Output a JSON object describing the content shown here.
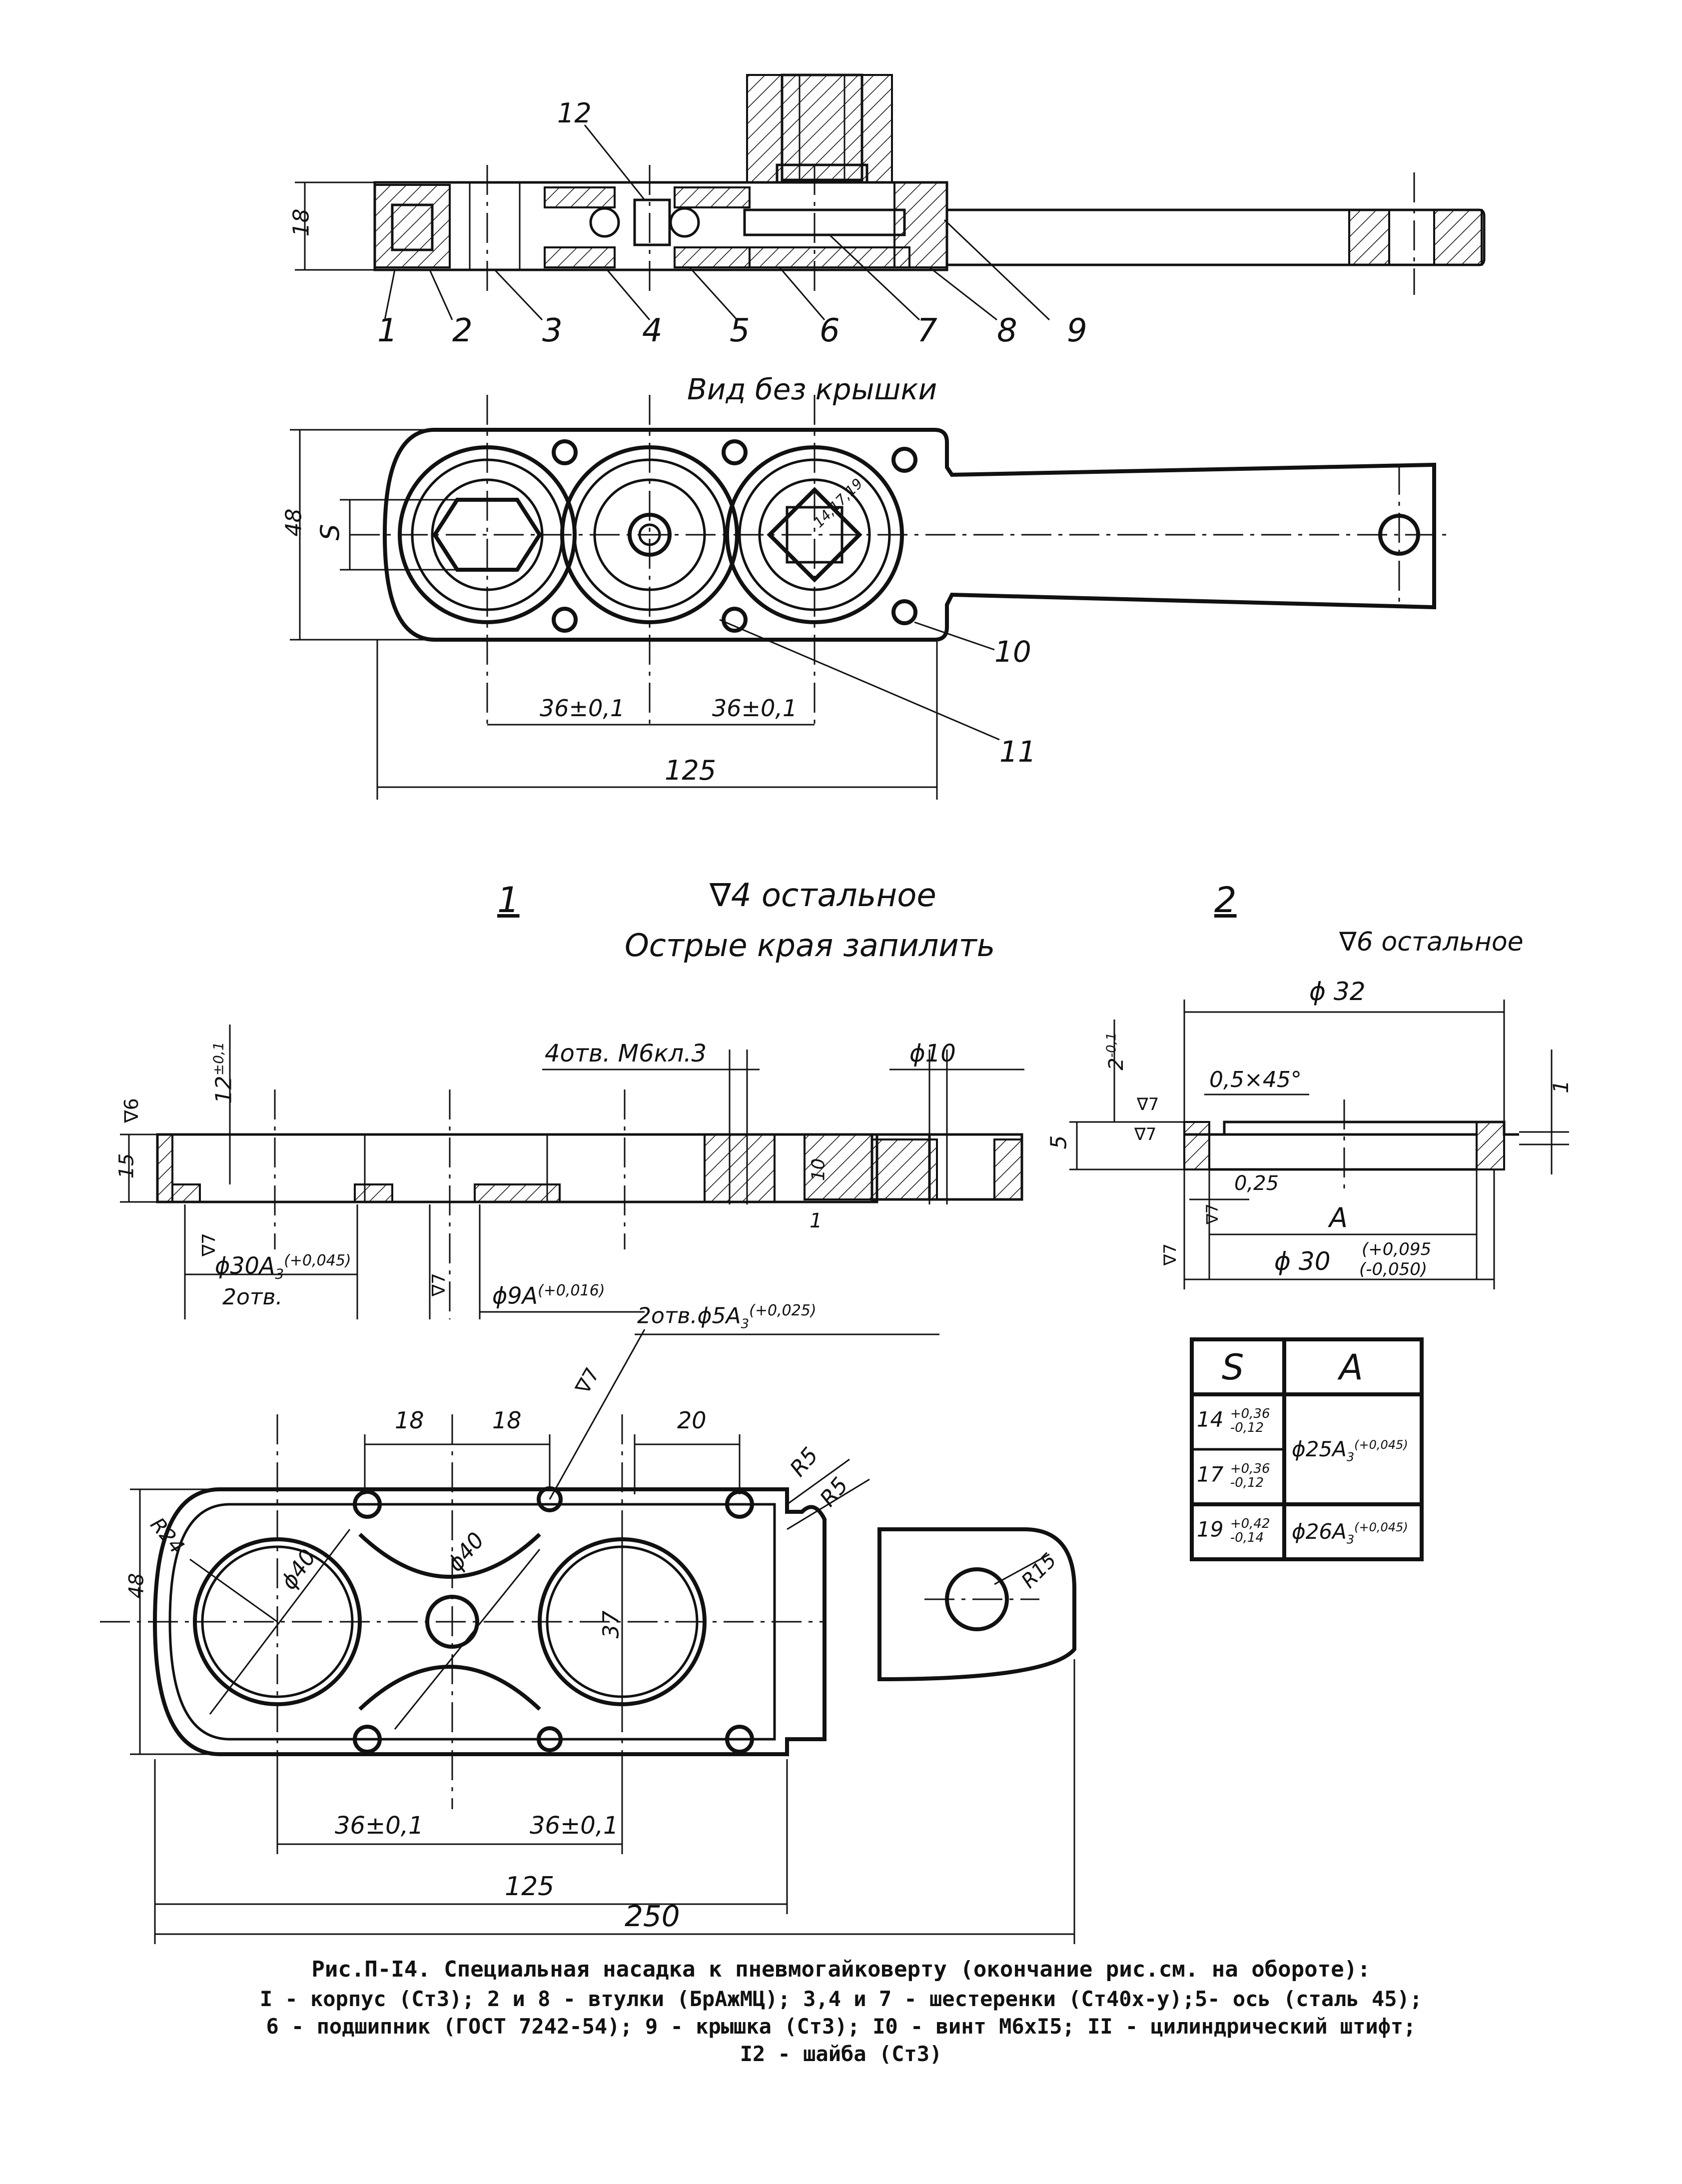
{
  "top_view": {
    "part_numbers": [
      "1",
      "2",
      "3",
      "4",
      "5",
      "6",
      "7",
      "8",
      "9"
    ],
    "label_12": "12",
    "dim_height": "18"
  },
  "plan_view": {
    "title": "Вид без крышки",
    "dim_height": "48",
    "dim_s": "S",
    "dim_spacing_1": "36±0,1",
    "dim_spacing_2": "36±0,1",
    "dim_length": "125",
    "label_10": "10",
    "label_11": "11",
    "hex_label": "14,17,19"
  },
  "part1": {
    "number": "1",
    "roughness": "∇4 остальное",
    "note": "Острые края запилить",
    "dim_depth": "12",
    "dim_depth_tol": "±0,1",
    "dim_thickness": "15",
    "roughness_left": "∇6",
    "holes_m6": "4отв. М6кл.3",
    "dim_d10": "ϕ10",
    "dim_10": "10",
    "dim_1": "1",
    "bore_30": "ϕ30A",
    "bore_30_sub": "3",
    "bore_30_tol": "(+0,045)",
    "bore_30_count": "2отв.",
    "bore_9": "ϕ9A",
    "bore_9_tol": "(+0,016)",
    "pins": "2отв.ϕ5A",
    "pins_sub": "3",
    "pins_tol": "(+0,025)",
    "roughness_7a": "∇7",
    "roughness_7b": "∇7",
    "roughness_7c": "∇7",
    "dim_18a": "18",
    "dim_18b": "18",
    "dim_20": "20",
    "dim_r5a": "R5",
    "dim_r5b": "R5",
    "dim_r24": "R24",
    "dim_d40a": "ϕ40",
    "dim_d40b": "ϕ40",
    "dim_37": "37",
    "dim_48": "48",
    "dim_r15": "R15",
    "dim_36a": "36±0,1",
    "dim_36b": "36±0,1",
    "dim_125": "125",
    "dim_250": "250"
  },
  "part2": {
    "number": "2",
    "roughness": "∇6 остальное",
    "dim_d32": "ϕ 32",
    "dim_chamfer": "0,5×45°",
    "dim_2": "2",
    "dim_2_tol": "-0,1",
    "dim_5": "5",
    "dim_1": "1",
    "dim_025": "0,25",
    "dim_a": "A",
    "dim_d30": "ϕ 30",
    "dim_d30_tol_hi": "(+0,095",
    "dim_d30_tol_lo": "(-0,050)",
    "roughness_7a": "∇7",
    "roughness_7b": "∇7",
    "roughness_7c": "∇7",
    "roughness_7d": "∇7"
  },
  "table": {
    "headers": [
      "S",
      "A"
    ],
    "rows": [
      {
        "s": "14",
        "s_tol_hi": "+0,36",
        "s_tol_lo": "-0,12",
        "a": "ϕ25A",
        "a_sub": "3",
        "a_tol": "(+0,045)"
      },
      {
        "s": "17",
        "s_tol_hi": "+0,36",
        "s_tol_lo": "-0,12",
        "a": "",
        "a_sub": "",
        "a_tol": ""
      },
      {
        "s": "19",
        "s_tol_hi": "+0,42",
        "s_tol_lo": "-0,14",
        "a": "ϕ26A",
        "a_sub": "3",
        "a_tol": "(+0,045)"
      }
    ]
  },
  "caption": {
    "line1": "Рис.П-I4. Специальная насадка к пневмогайковерту (окончание рис.см. на обороте):",
    "line2": "I - корпус (Ст3); 2 и 8 - втулки (БрАжМЦ); 3,4 и 7 - шестеренки (Ст40х-у);5- ось (сталь 45);",
    "line3": "6 - подшипник (ГОСТ 7242-54); 9 - крышка (Ст3); I0 - винт М6хI5; II - цилиндрический штифт;",
    "line4": "I2 - шайба (Ст3)"
  }
}
